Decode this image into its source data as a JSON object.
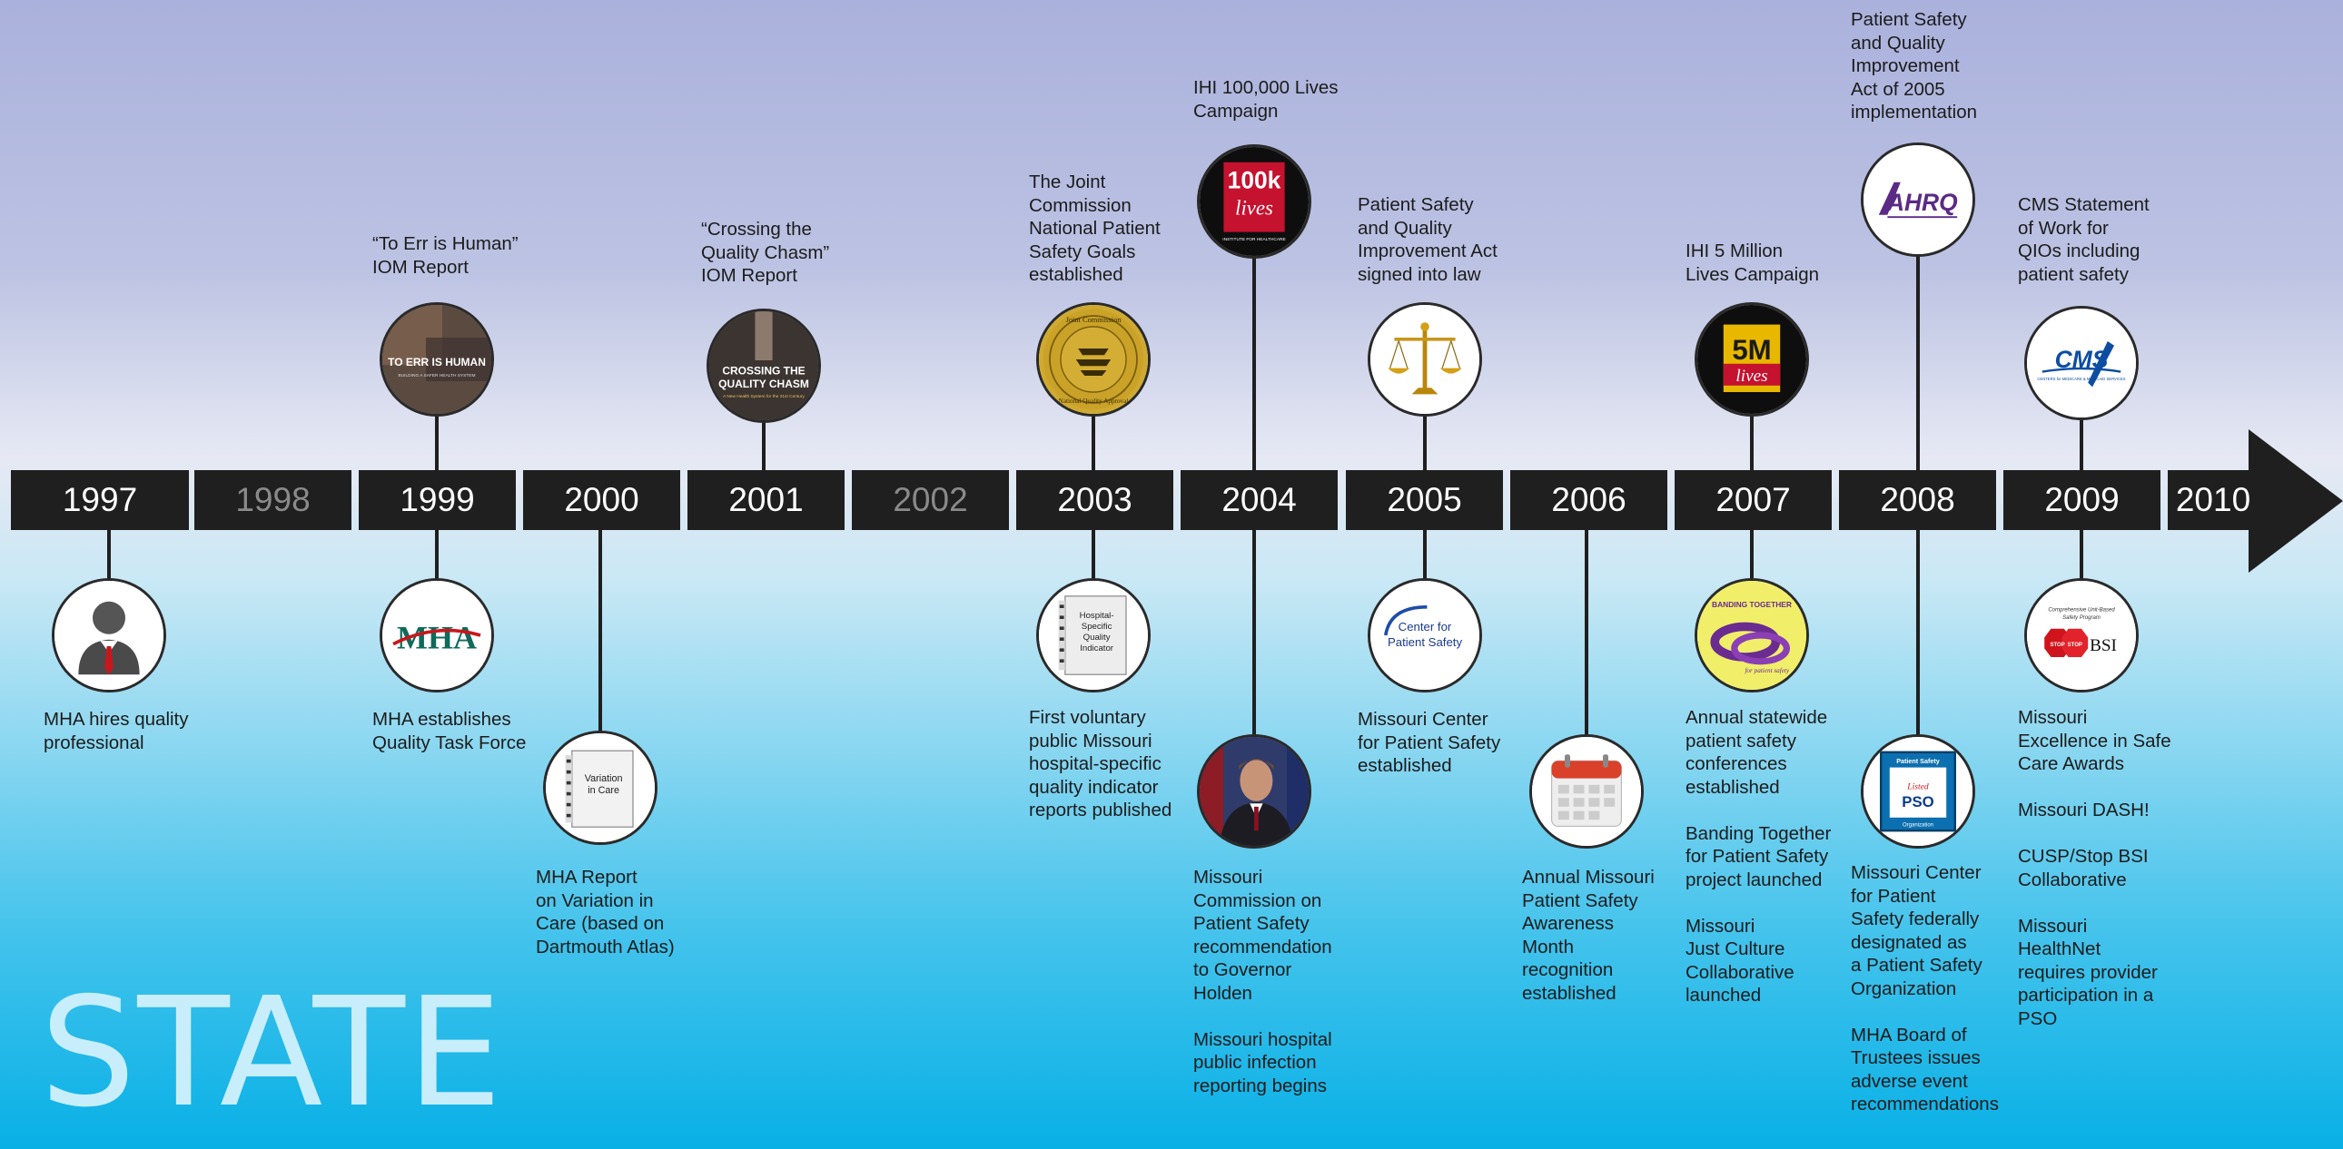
{
  "section_label": "STATE",
  "years": [
    {
      "label": "1997",
      "dim": false
    },
    {
      "label": "1998",
      "dim": true
    },
    {
      "label": "1999",
      "dim": false
    },
    {
      "label": "2000",
      "dim": false
    },
    {
      "label": "2001",
      "dim": false
    },
    {
      "label": "2002",
      "dim": true
    },
    {
      "label": "2003",
      "dim": false
    },
    {
      "label": "2004",
      "dim": false
    },
    {
      "label": "2005",
      "dim": false
    },
    {
      "label": "2006",
      "dim": false
    },
    {
      "label": "2007",
      "dim": false
    },
    {
      "label": "2008",
      "dim": false
    },
    {
      "label": "2009",
      "dim": false
    },
    {
      "label": "2010",
      "dim": false
    }
  ],
  "national_events": [
    {
      "year": "1999",
      "icon": "to-err-is-human-book-icon",
      "text": "“To Err is Human”\nIOM Report",
      "icon_text": "TO ERR IS HUMAN"
    },
    {
      "year": "2001",
      "icon": "crossing-the-quality-chasm-book-icon",
      "text": "“Crossing the\nQuality Chasm”\nIOM Report",
      "icon_text": "CROSSING THE QUALITY CHASM"
    },
    {
      "year": "2003",
      "icon": "joint-commission-seal-icon",
      "text": "The Joint\nCommission\nNational Patient\nSafety Goals\nestablished",
      "icon_text": "Joint Commission National Quality Approval"
    },
    {
      "year": "2004",
      "icon": "100k-lives-logo-icon",
      "text": "IHI 100,000 Lives\nCampaign",
      "icon_text": "100k lives"
    },
    {
      "year": "2005",
      "icon": "scales-of-justice-icon",
      "text": "Patient Safety\nand Quality\nImprovement Act\nsigned into law"
    },
    {
      "year": "2007",
      "icon": "5m-lives-logo-icon",
      "text": "IHI 5 Million\nLives Campaign",
      "icon_text": "5M lives"
    },
    {
      "year": "2008",
      "icon": "ahrq-logo-icon",
      "text": "Patient Safety\nand Quality\nImprovement\nAct of 2005\nimplementation",
      "icon_text": "AHRQ"
    },
    {
      "year": "2009",
      "icon": "cms-logo-icon",
      "text": "CMS Statement\nof Work for\nQIOs including\npatient safety",
      "icon_text": "CMS"
    }
  ],
  "state_events": [
    {
      "year": "1997",
      "icon": "quality-professional-person-icon",
      "text": "MHA hires quality\nprofessional"
    },
    {
      "year": "1999",
      "icon": "mha-logo-icon",
      "text": "MHA establishes\nQuality Task Force",
      "icon_text": "MHA"
    },
    {
      "year": "2000",
      "icon": "variation-in-care-report-icon",
      "text": "MHA Report\non Variation in\nCare (based on\nDartmouth Atlas)",
      "icon_text": "Variation in Care"
    },
    {
      "year": "2003",
      "icon": "quality-indicator-report-icon",
      "text": "First voluntary\npublic Missouri\nhospital-specific\nquality indicator\nreports published",
      "icon_text": "Hospital-Specific Quality Indicator"
    },
    {
      "year": "2004",
      "icon": "governor-portrait-icon",
      "text": "Missouri\nCommission on\nPatient Safety\nrecommendation\nto Governor\nHolden\n\nMissouri hospital\npublic infection\nreporting begins"
    },
    {
      "year": "2005",
      "icon": "center-for-patient-safety-logo-icon",
      "text": "Missouri Center\nfor Patient Safety\nestablished",
      "icon_text": "Center for Patient Safety"
    },
    {
      "year": "2006",
      "icon": "calendar-icon",
      "text": "Annual Missouri\nPatient Safety\nAwareness\nMonth\nrecognition\nestablished"
    },
    {
      "year": "2007",
      "icon": "banding-together-wristband-icon",
      "text": "Annual statewide\npatient safety\nconferences\nestablished\n\nBanding Together\nfor Patient Safety\nproject launched\n\nMissouri\nJust Culture\nCollaborative\nlaunched",
      "icon_text": "BANDING TOGETHER for patient safety"
    },
    {
      "year": "2008",
      "icon": "listed-pso-logo-icon",
      "text": "Missouri Center\nfor Patient\nSafety federally\ndesignated as\na Patient Safety\nOrganization\n\nMHA Board of\nTrustees issues\nadverse event\nrecommendations",
      "icon_text": "Patient Safety Listed PSO Organization"
    },
    {
      "year": "2009",
      "icon": "cusp-stop-bsi-logo-icon",
      "text": "Missouri\nExcellence in Safe\nCare Awards\n\nMissouri DASH!\n\nCUSP/Stop BSI\nCollaborative\n\nMissouri\nHealthNet\nrequires provider\nparticipation in a\nPSO",
      "icon_text": "Comprehensive Unit-Based Safety Program STOP BSI"
    }
  ]
}
